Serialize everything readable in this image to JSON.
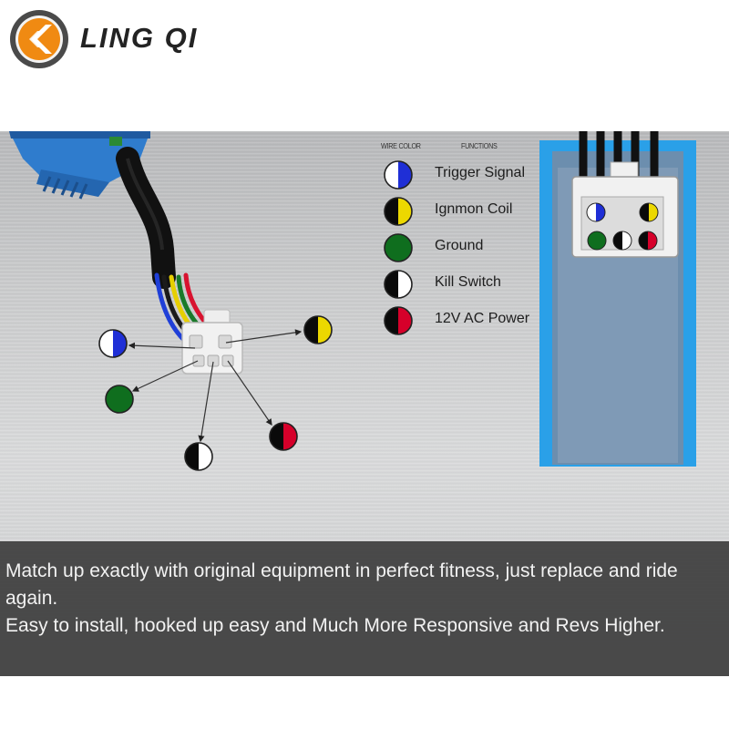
{
  "brand": {
    "name": "LING QI"
  },
  "header": {
    "wire_color": "WIRE COLOR",
    "functions": "FUNCTIONS"
  },
  "legend": [
    {
      "label": "Trigger Signal",
      "left": "#ffffff",
      "right": "#1f2fd6"
    },
    {
      "label": "Ignmon Coil",
      "left": "#0a0a0a",
      "right": "#ecd800"
    },
    {
      "label": "Ground",
      "left": "#0f6e1e",
      "right": "#0f6e1e"
    },
    {
      "label": "Kill Switch",
      "left": "#0a0a0a",
      "right": "#ffffff"
    },
    {
      "label": "12V AC Power",
      "left": "#0a0a0a",
      "right": "#d6002a"
    }
  ],
  "caption": {
    "line1": "Match up exactly with original equipment in perfect fitness, just replace and ride again.",
    "line2": "Easy to install, hooked up easy and Much More Responsive and Revs Higher."
  }
}
